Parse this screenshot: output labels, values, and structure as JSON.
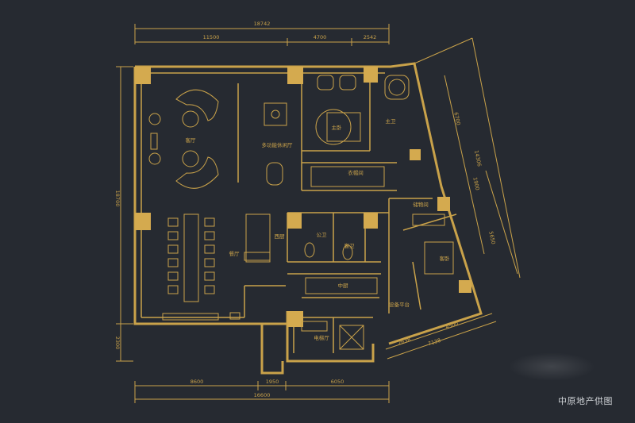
{
  "dimensions": {
    "top_total": "18742",
    "top_seg_1": "11500",
    "top_seg_2": "4700",
    "top_seg_3": "2542",
    "left_main": "18700",
    "left_bottom": "2300",
    "right_1": "6700",
    "right_2": "14306",
    "right_3": "1900",
    "right_4": "5650",
    "bottom_seg_1": "8600",
    "bottom_seg_2": "1950",
    "bottom_seg_3": "6050",
    "bottom_total": "16600",
    "wing_1": "2638",
    "wing_2": "4500",
    "wing_3": "7138"
  },
  "rooms": {
    "living": "客厅",
    "multi": "多功能休闲厅",
    "master_bed": "主卧",
    "master_bath": "主卫",
    "closet": "衣帽间",
    "dining": "餐厅",
    "western_kitchen": "西厨",
    "public_bath": "公卫",
    "guest_bath": "客卫",
    "chinese_kitchen": "中厨",
    "storage": "储物间",
    "guest_bed": "客卧",
    "equipment": "设备平台",
    "elevator_hall": "电梯厅"
  },
  "credit": "中原地产供图",
  "colors": {
    "background": "#262a31",
    "line": "#c9a24a",
    "fill": "#d4aa4f"
  }
}
